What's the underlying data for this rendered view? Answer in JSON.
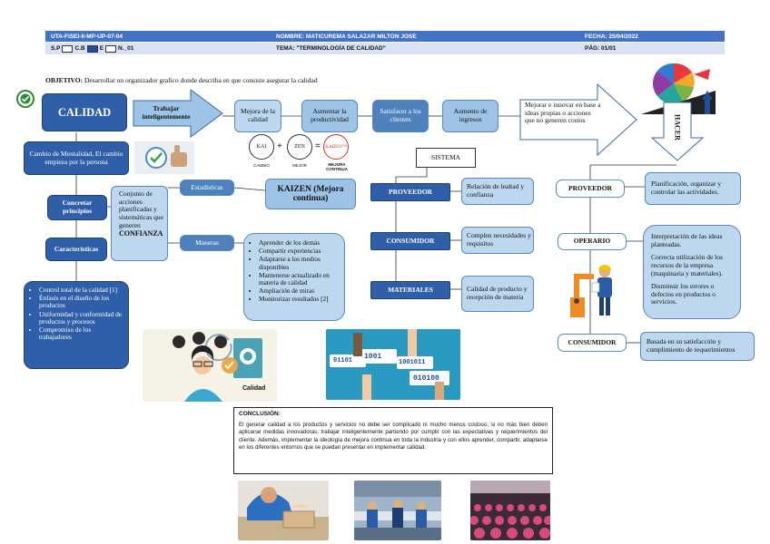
{
  "header": {
    "code": "UTA-FISEI-II-MP-UP-07-04",
    "name": "NOMBRE: MATICUREMA SALAZAR MILTON JOSE",
    "date": "FECHA: 25/04/2022",
    "sp": "S.P",
    "cb": "C.B",
    "e": "E",
    "n": "N._01",
    "tema": "TEMA: \"TERMINOLOGÍA DE CALIDAD\"",
    "page": "PÁG: 01/01"
  },
  "objective": {
    "label": "OBJETIVO:",
    "text": " Desarrollar un organizador grafico donde describa en que consiste asegurar la calidad"
  },
  "flow": {
    "calidad": "CALIDAD",
    "trabajar": "Trabajar inteligentemente",
    "mejora": "Mejora de la calidad",
    "aumentar": "Aumentar la productividad",
    "satisfacer": "Satisfacer a los clientes",
    "ingresos": "Aumento de ingresos",
    "mejorar_innovar": "Mejorar e innovar en base a ideas propias o acciones que no generen costos",
    "hacer": "HACER"
  },
  "left": {
    "cambio": "Cambio de Mentalidad, El cambio empieza por la persona",
    "concretar": "Concretar principios",
    "conjunto": "Conjunto de acciones planificadas y sistemáticas que generen",
    "confianza": "CONFIANZA",
    "caracteristicas": "Características",
    "list": [
      "Control total de la calidad [1]",
      "Énfasis en el diseño de los productos",
      "Uniformidad y conformidad de productos y procesos",
      "Compromiso de los trabajadores"
    ],
    "estadisticas": "Estadísticas",
    "maneras": "Maneras",
    "kaizen": "KAIZEN (Mejora continua)",
    "maneras_list": [
      "Aprender de los demás",
      "Compartir experiencias",
      "Adaptarse a los medios disponibles",
      "Mantenerse actualizado en materia de calidad",
      "Ampliación de miras",
      "Monitorizar resultados [2]"
    ]
  },
  "kaizen_icons": {
    "kai": "KAI",
    "cambio": "CAMBIO",
    "zen": "ZEN",
    "mejor": "MEJOR",
    "kaizen": "KAIZEN™",
    "mejora_continua": "MEJORA CONTINUA",
    "plus": "+",
    "eq": "="
  },
  "sistema": {
    "title": "SISTEMA",
    "proveedor": "PROVEEDOR",
    "proveedor_text": "Relación de lealtad y confianza",
    "consumidor": "CONSUMIDOR",
    "consumidor_text": "Complen necesidades y requisitos",
    "materiales": "MATERIALES",
    "materiales_text": "Calidad de producto y recepción de materia"
  },
  "right": {
    "proveedor": "PROVEEDOR",
    "proveedor_text": "Planificación, organizar y controlar las actividades.",
    "operario": "OPERARIO",
    "operario_text": [
      "Interpretación de las ideas planteadas.",
      "Correcta utilización de los recursos de la empresa (maquinaria y materiales).",
      "Disminuir los errores o defectos en productos o servicios."
    ],
    "consumidor": "CONSUMIDOR",
    "consumidor_text": "Basada en su satisfacción y cumplimiento de requerimientos"
  },
  "images": {
    "calidad_label": "Calidad",
    "binary": [
      "01101",
      "1001",
      "1001011",
      "010100"
    ]
  },
  "conclusion": {
    "title": "CONCLUSIÓN:",
    "text": "El generar calidad a los productos y servicios no debe ser complicado ni mucho menos costoso, si no más bien deben aplicarse medidas innovadoras, trabajar inteligentemente partiendo por cumplir con las expectativas y requerimientos del cliente. Además, implementar la ideología de mejora continua en toda la industria y con ellos aprender, compartir, adaptarse en los diferentes entornos que se puedan presentar en implementar calidad."
  }
}
